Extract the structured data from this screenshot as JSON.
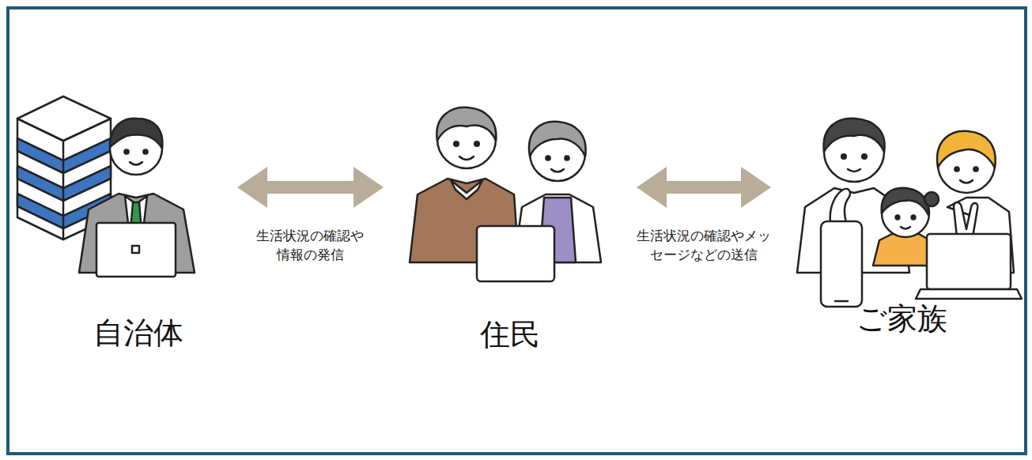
{
  "diagram": {
    "nodes": [
      {
        "text": [
          "自治体"
        ]
      },
      {
        "text": [
          "住民"
        ]
      },
      {
        "text": [
          "ご家族"
        ]
      }
    ],
    "edges": [
      {
        "from": 0,
        "to": 1,
        "arrow": "both",
        "label": "生活状況の確認や情報の発信"
      },
      {
        "from": 1,
        "to": 2,
        "arrow": "both",
        "label": "生活状況の確認やメッセージなどの送信"
      }
    ]
  }
}
